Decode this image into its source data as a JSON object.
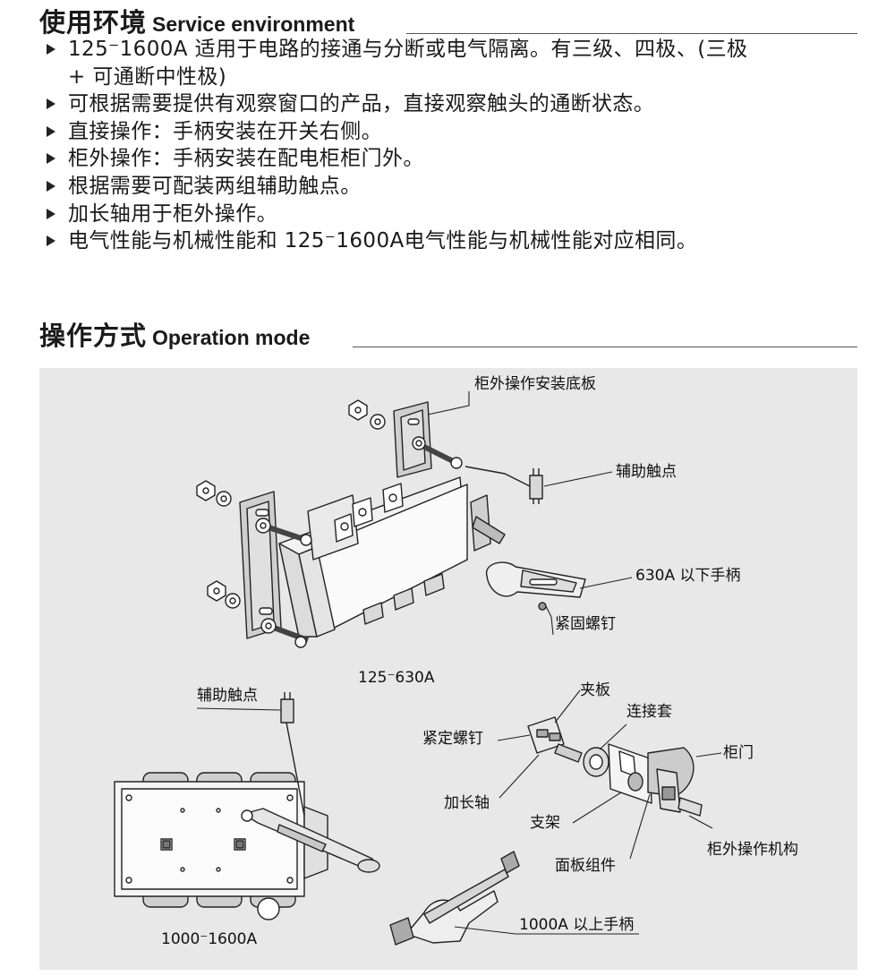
{
  "service": {
    "title_cn": "使用环境",
    "title_en": "Service environment",
    "items": [
      "125⁻1600A 适用于电路的接通与分断或电气隔离。有三级、四极、(三极 + 可通断中性极)",
      "可根据需要提供有观察窗口的产品，直接观察触头的通断状态。",
      "直接操作：手柄安装在开关右侧。",
      "柜外操作：手柄安装在配电柜柜门外。",
      "根据需要可配装两组辅助触点。",
      "加长轴用于柜外操作。",
      "电气性能与机械性能和 125⁻1600A电气性能与机械性能对应相同。"
    ]
  },
  "operation": {
    "title_cn": "操作方式",
    "title_en": "Operation mode"
  },
  "diagram": {
    "labels": {
      "mount_plate": "柜外操作安装底板",
      "aux_contact_top": "辅助触点",
      "handle_630": "630A 以下手柄",
      "fix_screw": "紧固螺钉",
      "range_top": "125⁻630A",
      "aux_contact_bottom": "辅助触点",
      "clamp_plate": "夹板",
      "coupling": "连接套",
      "set_screw": "紧定螺钉",
      "cabinet_door": "柜门",
      "ext_shaft": "加长轴",
      "bracket": "支架",
      "panel_assembly": "面板组件",
      "ext_mechanism": "柜外操作机构",
      "handle_1000": "1000A 以上手柄",
      "range_bottom": "1000⁻1600A"
    }
  }
}
